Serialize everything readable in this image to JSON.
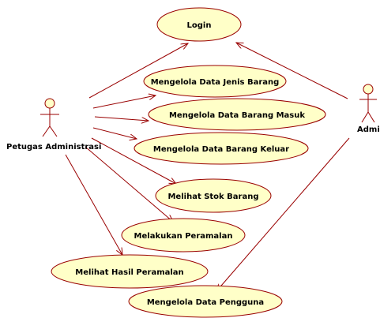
{
  "colors": {
    "usecase_fill": "#FFFFC8",
    "usecase_stroke": "#990000",
    "association": "#990000",
    "actor_stroke": "#990000"
  },
  "actors": [
    {
      "id": "petugas",
      "label": "Petugas Administrasi"
    },
    {
      "id": "admin",
      "label": "Admin"
    }
  ],
  "use_cases": [
    {
      "id": "login",
      "label": "Login"
    },
    {
      "id": "jenis",
      "label": "Mengelola Data Jenis Barang"
    },
    {
      "id": "masuk",
      "label": "Mengelola Data Barang Masuk"
    },
    {
      "id": "keluar",
      "label": "Mengelola Data Barang Keluar"
    },
    {
      "id": "stok",
      "label": "Melihat Stok Barang"
    },
    {
      "id": "ramal",
      "label": "Melakukan Peramalan"
    },
    {
      "id": "hasil",
      "label": "Melihat Hasil Peramalan"
    },
    {
      "id": "pengguna",
      "label": "Mengelola Data Pengguna"
    }
  ]
}
